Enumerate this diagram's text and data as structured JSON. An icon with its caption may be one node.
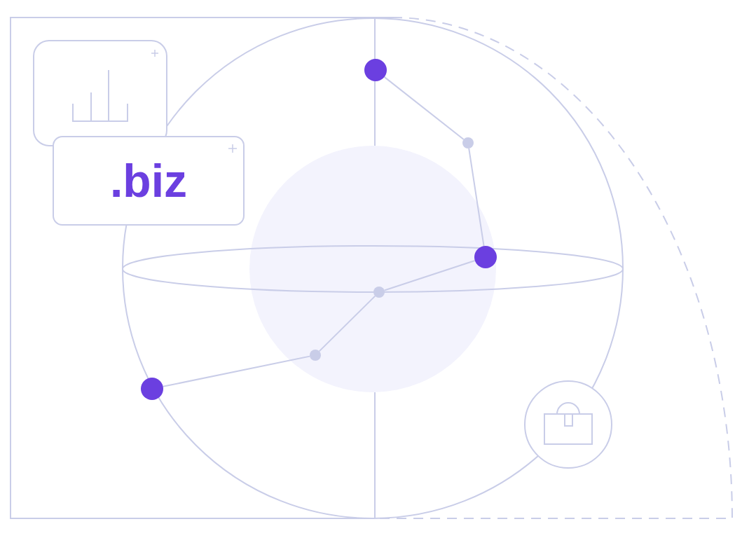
{
  "diagram": {
    "nodes": [
      {
        "text": [
          ".biz"
        ]
      },
      {
        "text": [],
        "shape": "circle"
      },
      {
        "text": [],
        "shape": "circle"
      },
      {
        "text": [],
        "shape": "circle"
      },
      {
        "text": [],
        "shape": "circle"
      },
      {
        "text": [],
        "shape": "circle"
      },
      {
        "text": [],
        "shape": "circle"
      }
    ],
    "edges": [
      {
        "from": 1,
        "to": 2,
        "arrow": "none"
      },
      {
        "from": 2,
        "to": 3,
        "arrow": "none"
      },
      {
        "from": 3,
        "to": 4,
        "arrow": "none"
      },
      {
        "from": 4,
        "to": 5,
        "arrow": "none"
      },
      {
        "from": 5,
        "to": 6,
        "arrow": "none"
      }
    ]
  }
}
